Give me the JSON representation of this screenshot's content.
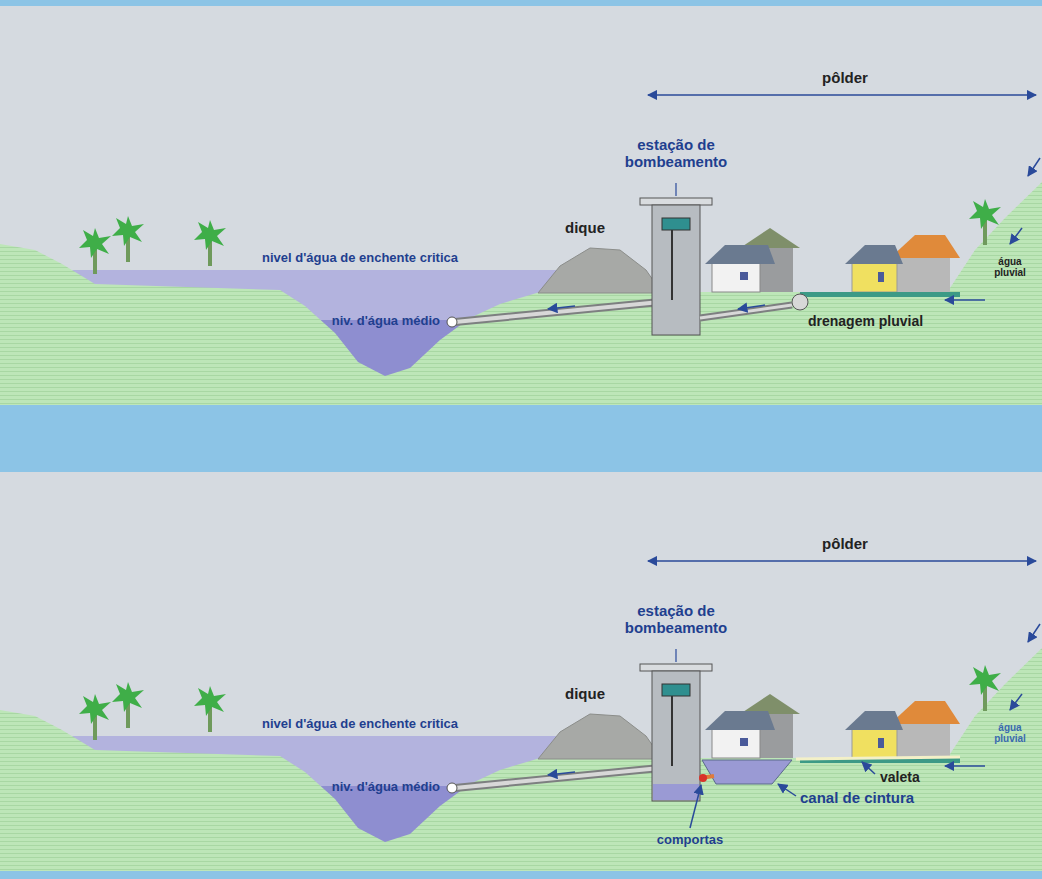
{
  "diagram": {
    "labels": [
      "pôlder",
      "estação de bombeamento",
      "dique",
      "nivel d'água de enchente critica",
      "niv. d'água médio",
      "água pluvial",
      "drenagem pluvial",
      "pôlder",
      "estação de bombeamento",
      "dique",
      "nivel d'água de enchente critica",
      "niv. d'água médio",
      "água pluvial",
      "valeta",
      "canal de cintura",
      "comportas"
    ]
  }
}
